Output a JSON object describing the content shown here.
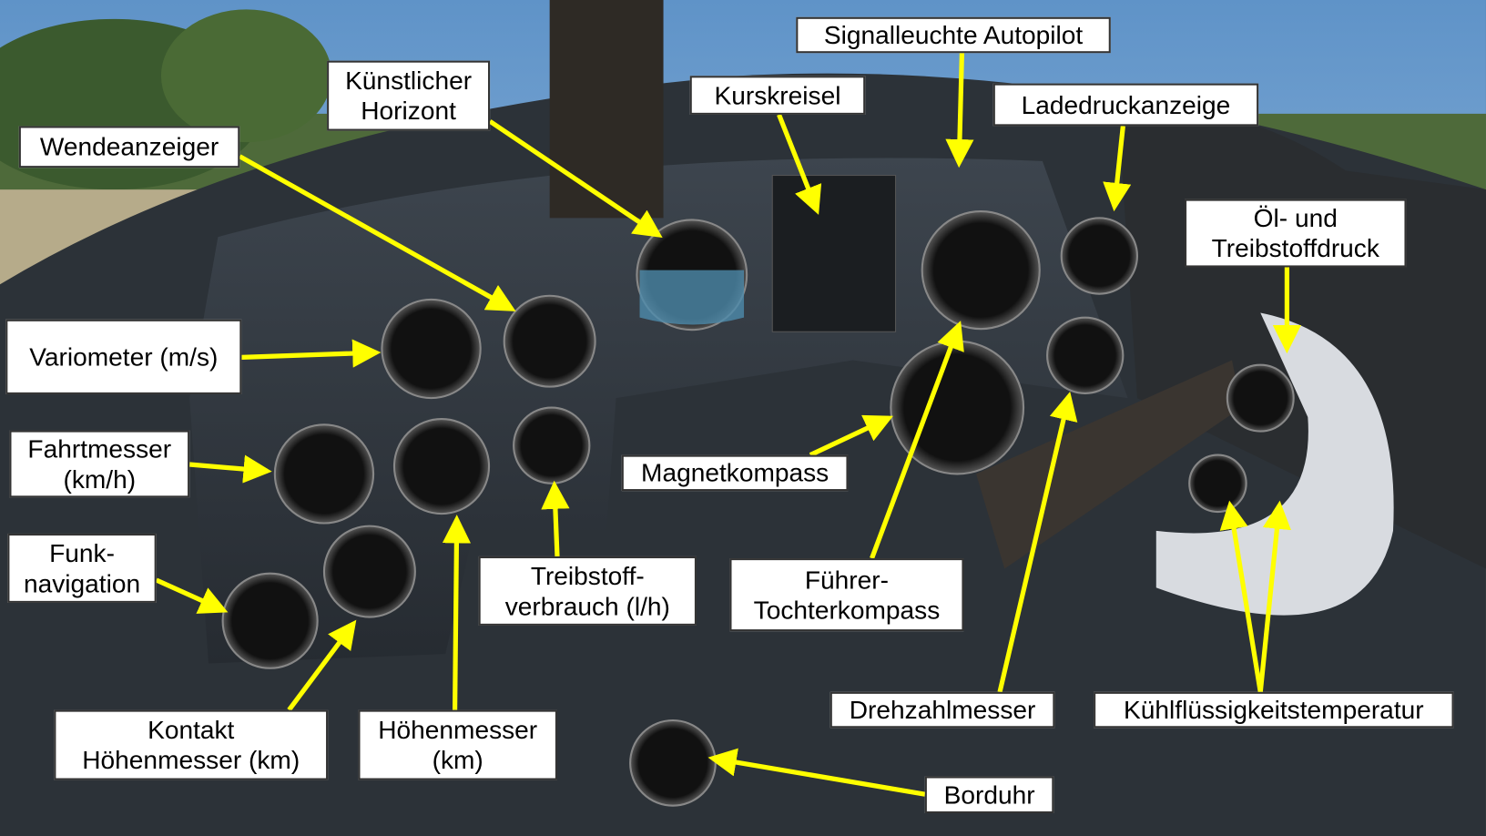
{
  "image": {
    "description_free": true
  },
  "colors": {
    "arrow": "#ffff00",
    "label_bg": "#ffffff",
    "label_text": "#000000"
  },
  "labels": {
    "signalleuchte": "Signalleuchte Autopilot",
    "horizont": "Künstlicher\nHorizont",
    "kurskreisel": "Kurskreisel",
    "ladedruck": "Ladedruckanzeige",
    "wendeanzeiger": "Wendeanzeiger",
    "oel": "Öl- und\nTreibstoffdruck",
    "variometer": "Variometer (m/s)",
    "fahrtmesser": "Fahrtmesser\n(km/h)",
    "magnetkompass": "Magnetkompass",
    "funk": "Funk-\nnavigation",
    "treibstoff": "Treibstoff-\nverbrauch (l/h)",
    "fuehrer": "Führer-\nTochterkompass",
    "kontakt": "Kontakt\nHöhenmesser (km)",
    "hoehenmesser": "Höhenmesser\n(km)",
    "drehzahl": "Drehzahlmesser",
    "kuehl": "Kühlflüssigkeitstemperatur",
    "borduhr": "Borduhr"
  }
}
